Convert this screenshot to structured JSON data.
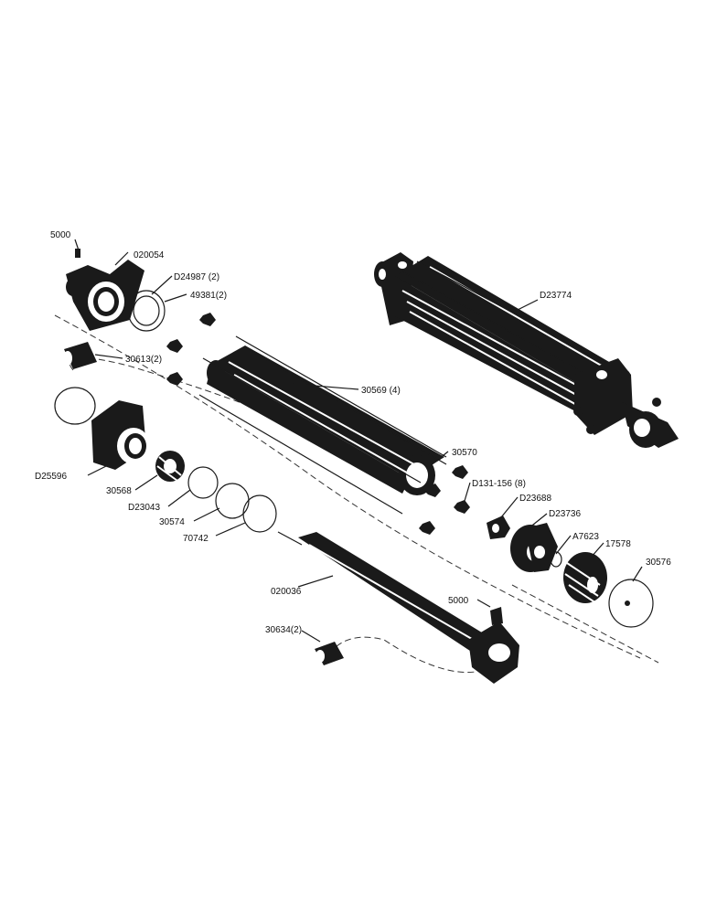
{
  "diagram": {
    "parts": [
      {
        "id": "p_5000a",
        "label": "5000"
      },
      {
        "id": "p_020054",
        "label": "020054"
      },
      {
        "id": "p_d24987",
        "label": "D24987 (2)"
      },
      {
        "id": "p_49381",
        "label": "49381(2)"
      },
      {
        "id": "p_30613",
        "label": "30613(2)"
      },
      {
        "id": "p_d25596",
        "label": "D25596"
      },
      {
        "id": "p_30568",
        "label": "30568"
      },
      {
        "id": "p_d23043",
        "label": "D23043"
      },
      {
        "id": "p_30574",
        "label": "30574"
      },
      {
        "id": "p_70742",
        "label": "70742"
      },
      {
        "id": "p_30569",
        "label": "30569 (4)"
      },
      {
        "id": "p_30570",
        "label": "30570"
      },
      {
        "id": "p_d131",
        "label": "D131-156 (8)"
      },
      {
        "id": "p_d23688",
        "label": "D23688"
      },
      {
        "id": "p_d23736",
        "label": "D23736"
      },
      {
        "id": "p_a7623",
        "label": "A7623"
      },
      {
        "id": "p_17578",
        "label": "17578"
      },
      {
        "id": "p_30576",
        "label": "30576"
      },
      {
        "id": "p_d23774",
        "label": "D23774"
      },
      {
        "id": "p_020036",
        "label": "020036"
      },
      {
        "id": "p_5000b",
        "label": "5000"
      },
      {
        "id": "p_30634",
        "label": "30634(2)"
      }
    ]
  }
}
